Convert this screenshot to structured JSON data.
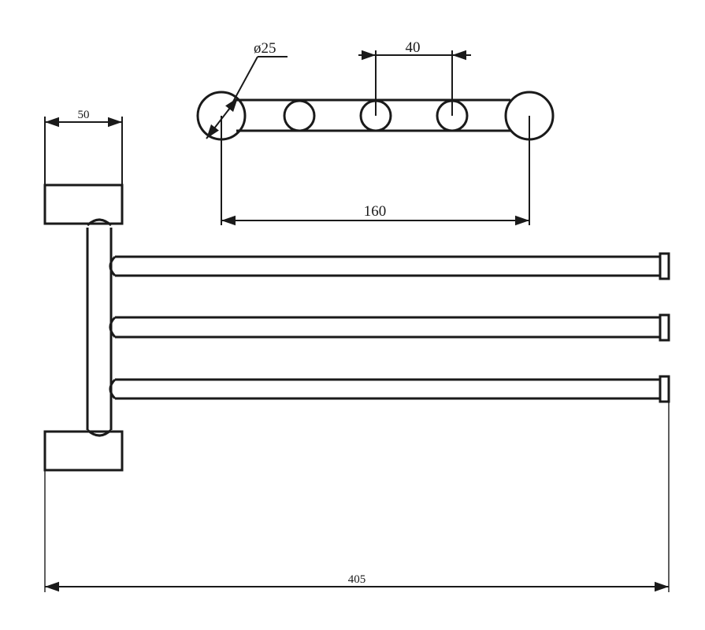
{
  "drawing": {
    "stroke_color": "#1a1a1a",
    "background": "#ffffff",
    "dimensions": {
      "diameter": "ø25",
      "spacing": "40",
      "center_distance": "160",
      "bracket_width": "50",
      "total_length": "405"
    }
  }
}
